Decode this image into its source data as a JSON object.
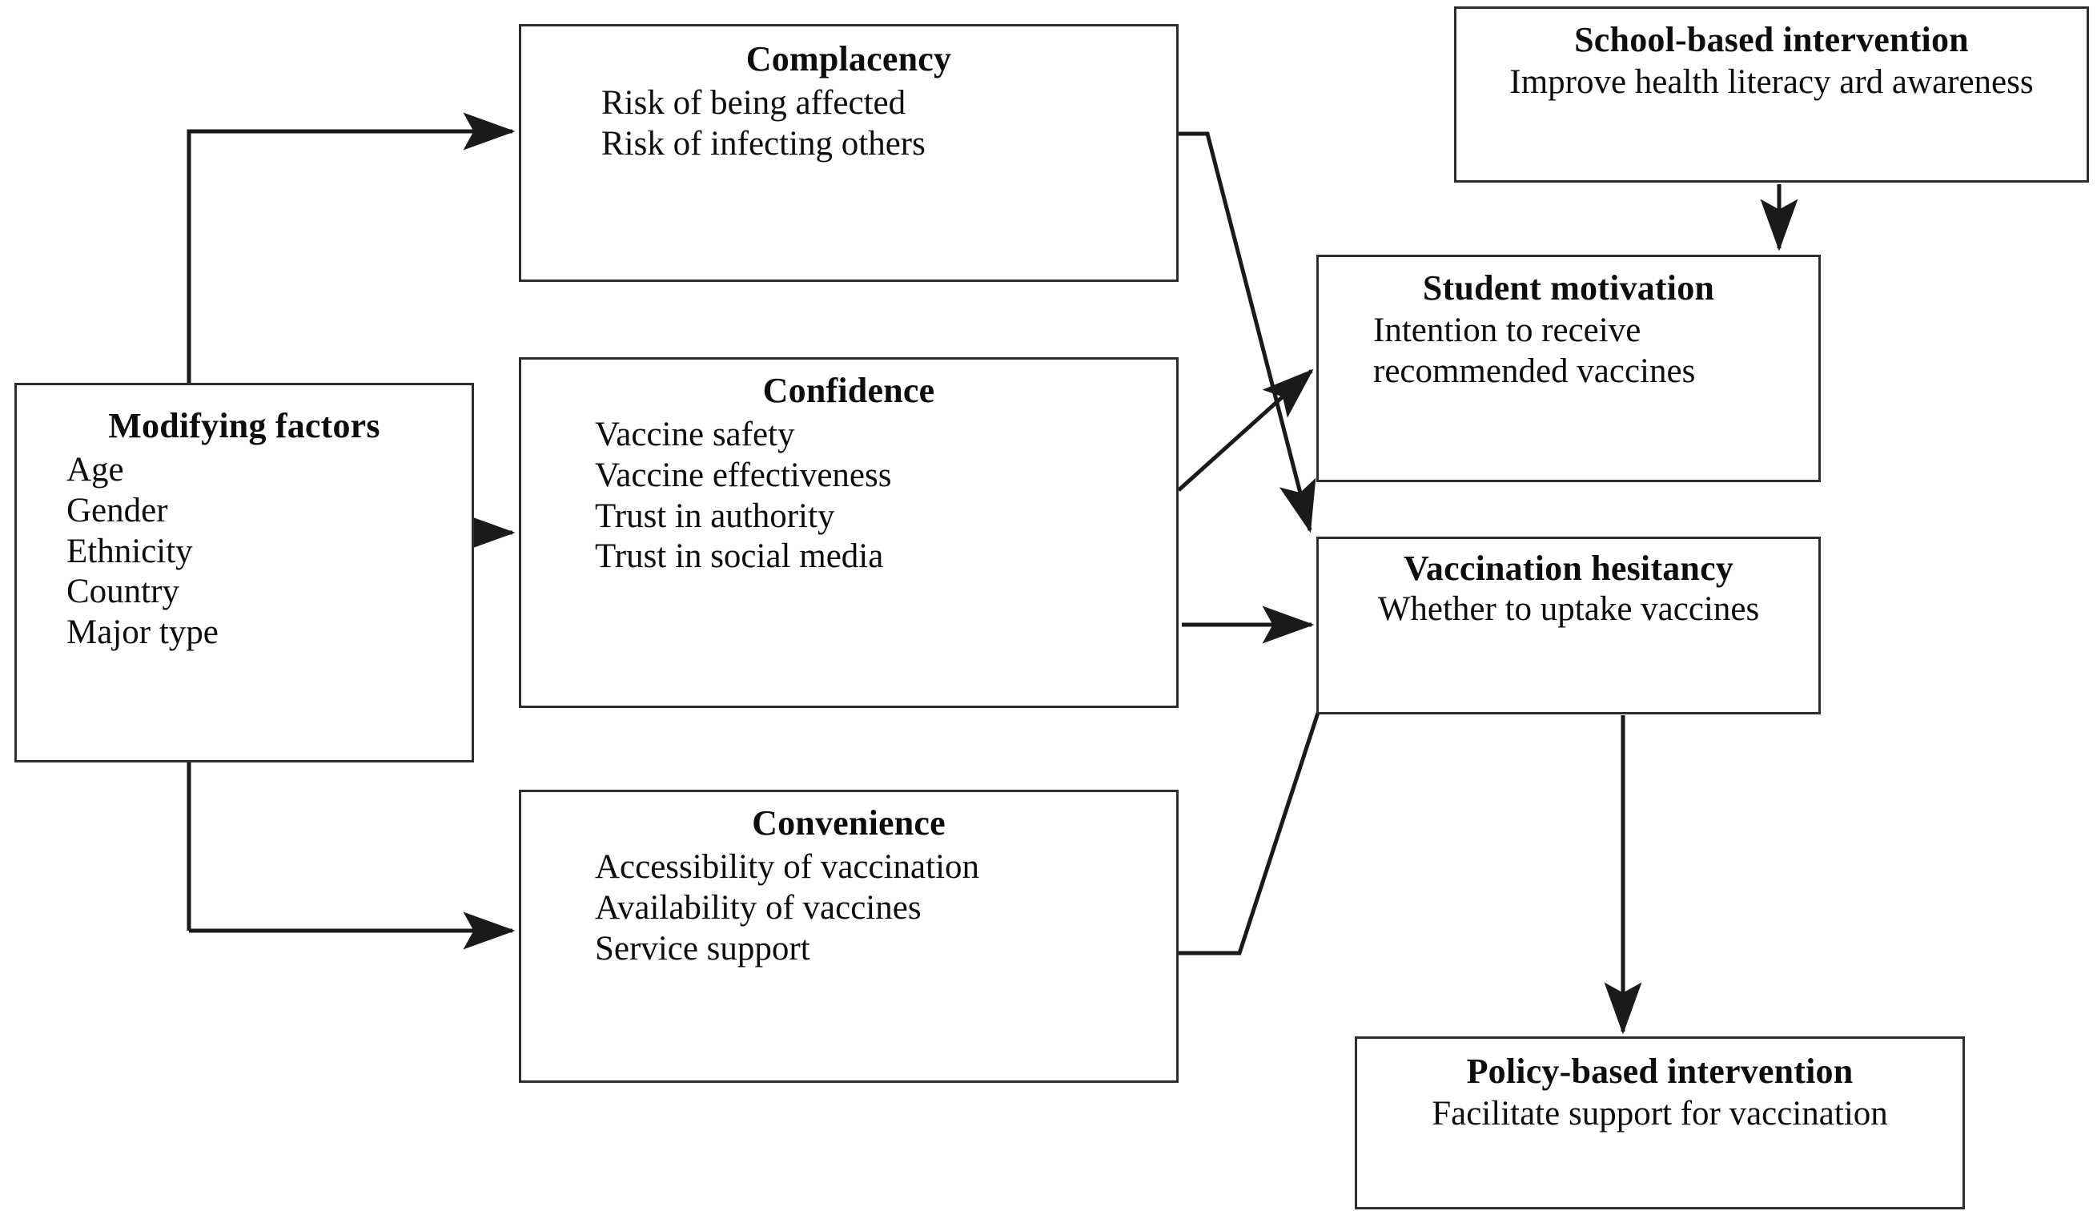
{
  "figure": {
    "type": "flowchart-diagram",
    "background_color": "#ffffff",
    "stroke_color": "#2e2e2e",
    "text_color": "#0d0d0d"
  },
  "nodes": {
    "modifying_factors": {
      "title": "Modifying factors",
      "lines": [
        "Age",
        "Gender",
        "Ethnicity",
        "Country",
        "Major type"
      ]
    },
    "complacency": {
      "title": "Complacency",
      "lines": [
        "Risk of being affected",
        "Risk of infecting others"
      ]
    },
    "confidence": {
      "title": "Confidence",
      "lines": [
        "Vaccine safety",
        "Vaccine effectiveness",
        "Trust in authority",
        "Trust in social media"
      ]
    },
    "convenience": {
      "title": "Convenience",
      "lines": [
        "Accessibility of vaccination",
        "Availability of vaccines",
        "Service support"
      ]
    },
    "school_intervention": {
      "title": "School-based intervention",
      "lines": [
        "Improve health literacy ard awareness"
      ]
    },
    "student_motivation": {
      "title": "Student motivation",
      "lines": [
        "Intention to receive",
        "recommended vaccines"
      ]
    },
    "vaccination_hesitancy": {
      "title": "Vaccination hesitancy",
      "lines": [
        "Whether to uptake vaccines"
      ]
    },
    "policy_intervention": {
      "title": "Policy-based intervention",
      "lines": [
        "Facilitate support for vaccination"
      ]
    }
  },
  "edges": [
    {
      "name": "modifying-to-complacency",
      "from": "modifying_factors",
      "to": "complacency",
      "style": "elbow-arrow"
    },
    {
      "name": "modifying-to-confidence",
      "from": "modifying_factors",
      "to": "confidence",
      "style": "straight-arrow"
    },
    {
      "name": "modifying-to-convenience",
      "from": "modifying_factors",
      "to": "convenience",
      "style": "elbow-arrow"
    },
    {
      "name": "complacency-to-hesitancy",
      "from": "complacency",
      "to": "vaccination_hesitancy",
      "style": "diagonal-arrow"
    },
    {
      "name": "confidence-to-motivation",
      "from": "confidence",
      "to": "student_motivation",
      "style": "diagonal-arrow"
    },
    {
      "name": "confidence-to-hesitancy",
      "from": "confidence",
      "to": "vaccination_hesitancy",
      "style": "straight-arrow"
    },
    {
      "name": "convenience-to-hesitancy",
      "from": "convenience",
      "to": "vaccination_hesitancy",
      "style": "diagonal-line"
    },
    {
      "name": "school-to-motivation",
      "from": "school_intervention",
      "to": "student_motivation",
      "style": "vertical-arrow"
    },
    {
      "name": "hesitancy-to-policy",
      "from": "vaccination_hesitancy",
      "to": "policy_intervention",
      "style": "vertical-arrow"
    }
  ]
}
